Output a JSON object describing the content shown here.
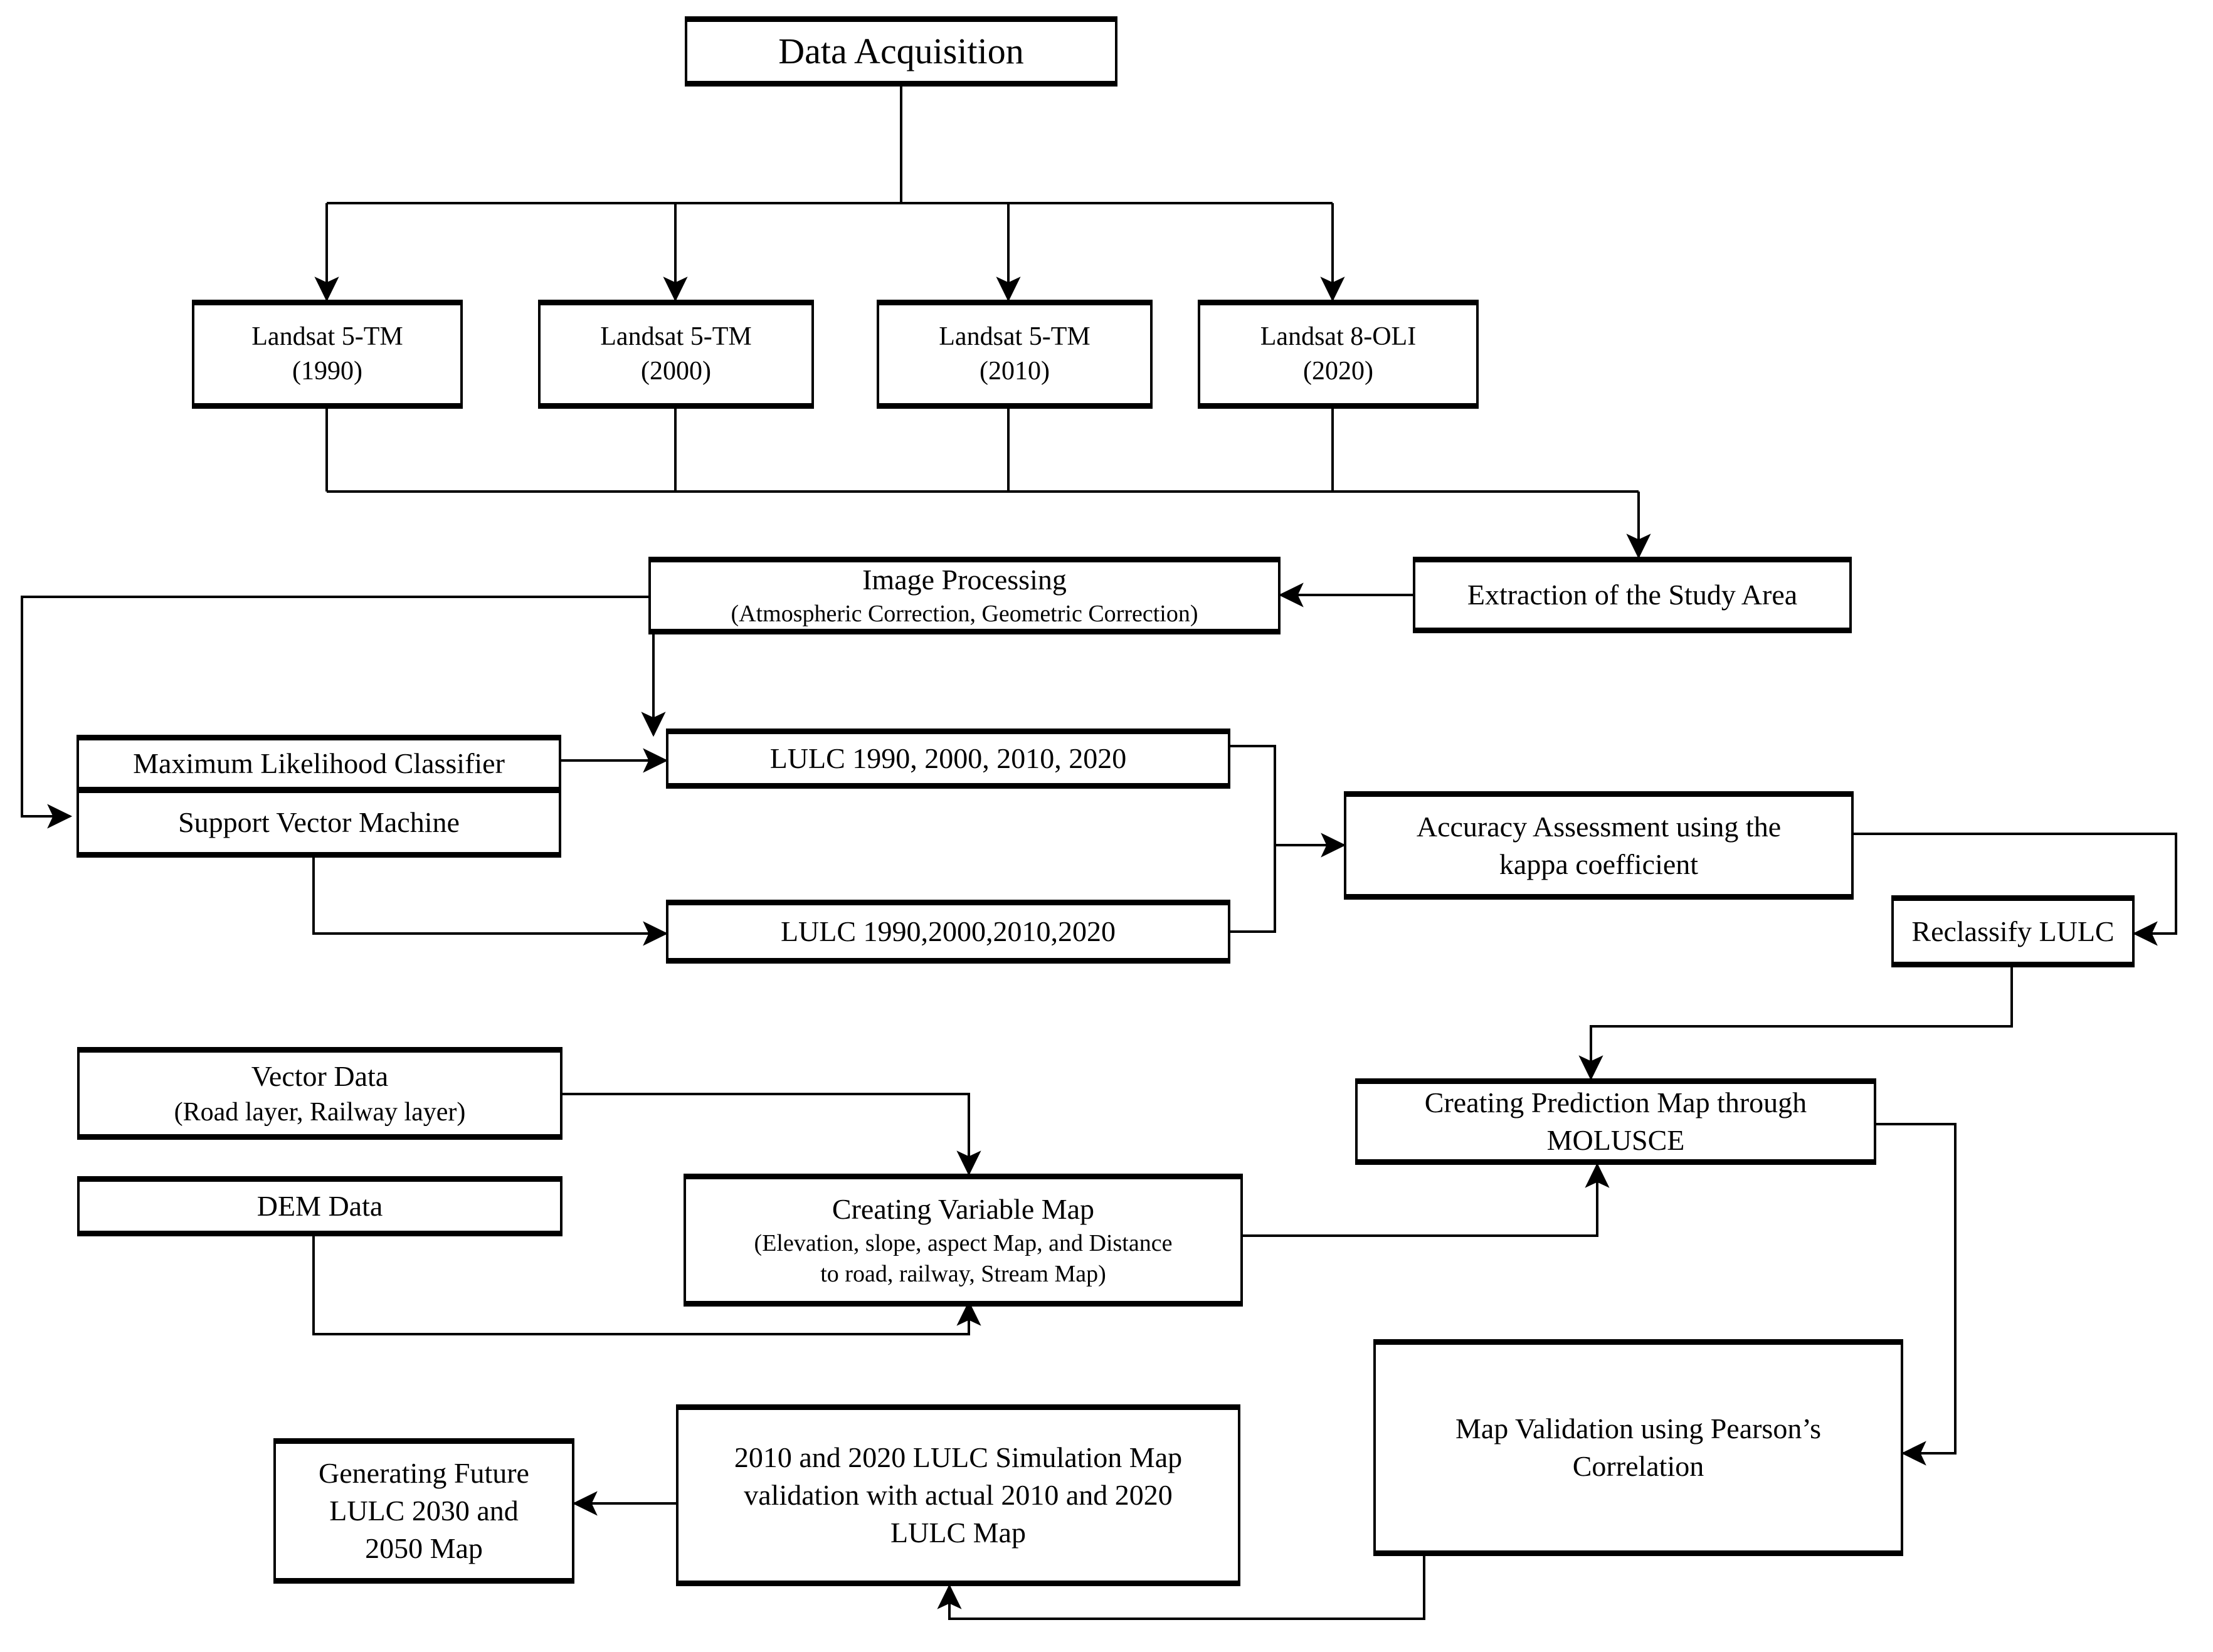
{
  "diagram": {
    "title": "LULC Change Detection and Prediction Methodology Flowchart",
    "line_color": "#000000",
    "box_border_color": "#000000",
    "background_color": "#ffffff"
  },
  "nodes": {
    "data_acquisition": {
      "line1": "Data Acquisition"
    },
    "landsat_1990": {
      "line1": "Landsat 5-TM",
      "line2": "(1990)"
    },
    "landsat_2000": {
      "line1": "Landsat 5-TM",
      "line2": "(2000)"
    },
    "landsat_2010": {
      "line1": "Landsat 5-TM",
      "line2": "(2010)"
    },
    "landsat_2020": {
      "line1": "Landsat 8-OLI",
      "line2": "(2020)"
    },
    "extraction_study_area": {
      "line1": "Extraction of the Study Area"
    },
    "image_processing": {
      "line1": "Image Processing",
      "line2": "(Atmospheric Correction, Geometric Correction)"
    },
    "mlc": {
      "line1": "Maximum Likelihood Classifier"
    },
    "svm": {
      "line1": "Support Vector Machine"
    },
    "lulc_mlc": {
      "line1": "LULC 1990, 2000, 2010, 2020"
    },
    "lulc_svm": {
      "line1": "LULC 1990,2000,2010,2020"
    },
    "accuracy_assessment": {
      "line1": "Accuracy  Assessment using the",
      "line2": "kappa coefficient"
    },
    "reclassify_lulc": {
      "line1": "Reclassify LULC"
    },
    "vector_data": {
      "line1": "Vector Data",
      "line2": "(Road layer, Railway  layer)"
    },
    "dem_data": {
      "line1": "DEM Data"
    },
    "variable_map": {
      "line1": "Creating Variable Map",
      "line2": "(Elevation,  slope, aspect Map, and Distance",
      "line3": "to road, railway,  Stream Map)"
    },
    "prediction_map": {
      "line1": "Creating Prediction Map through",
      "line2": "MOLUSCE"
    },
    "map_validation": {
      "line1": "Map Validation using Pearson’s",
      "line2": "Correlation"
    },
    "simulation_validation": {
      "line1": "2010 and 2020 LULC Simulation Map",
      "line2": "validation with actual 2010 and 2020",
      "line3": "LULC Map"
    },
    "future_lulc": {
      "line1": "Generating Future",
      "line2": "LULC 2030 and",
      "line3": "2050 Map"
    }
  },
  "edges": [
    {
      "from": "data_acquisition",
      "to": "landsat_1990",
      "style": "orthogonal-fan"
    },
    {
      "from": "data_acquisition",
      "to": "landsat_2000",
      "style": "orthogonal-fan"
    },
    {
      "from": "data_acquisition",
      "to": "landsat_2010",
      "style": "orthogonal-fan"
    },
    {
      "from": "data_acquisition",
      "to": "landsat_2020",
      "style": "orthogonal-fan"
    },
    {
      "from": "landsat_1990",
      "to": "extraction_study_area",
      "style": "orthogonal-merge"
    },
    {
      "from": "landsat_2000",
      "to": "extraction_study_area",
      "style": "orthogonal-merge"
    },
    {
      "from": "landsat_2010",
      "to": "extraction_study_area",
      "style": "orthogonal-merge"
    },
    {
      "from": "landsat_2020",
      "to": "extraction_study_area",
      "style": "orthogonal-merge"
    },
    {
      "from": "extraction_study_area",
      "to": "image_processing",
      "style": "straight-left"
    },
    {
      "from": "image_processing",
      "to": "mlc",
      "style": "straight-down"
    },
    {
      "from": "image_processing",
      "to": "svm",
      "style": "orthogonal-left"
    },
    {
      "from": "mlc",
      "to": "lulc_mlc",
      "style": "straight-right"
    },
    {
      "from": "svm",
      "to": "lulc_svm",
      "style": "orthogonal-down-right"
    },
    {
      "from": "lulc_mlc",
      "to": "accuracy_assessment",
      "style": "orthogonal-merge-right"
    },
    {
      "from": "lulc_svm",
      "to": "accuracy_assessment",
      "style": "orthogonal-merge-right"
    },
    {
      "from": "accuracy_assessment",
      "to": "reclassify_lulc",
      "style": "orthogonal-right-down"
    },
    {
      "from": "reclassify_lulc",
      "to": "prediction_map",
      "style": "orthogonal-down-left"
    },
    {
      "from": "vector_data",
      "to": "variable_map",
      "style": "orthogonal-right-down"
    },
    {
      "from": "dem_data",
      "to": "variable_map",
      "style": "orthogonal-down-right-up"
    },
    {
      "from": "variable_map",
      "to": "prediction_map",
      "style": "orthogonal-right-up"
    },
    {
      "from": "prediction_map",
      "to": "map_validation",
      "style": "orthogonal-right-down"
    },
    {
      "from": "map_validation",
      "to": "simulation_validation",
      "style": "orthogonal-down-left-up"
    },
    {
      "from": "simulation_validation",
      "to": "future_lulc",
      "style": "straight-left"
    }
  ]
}
